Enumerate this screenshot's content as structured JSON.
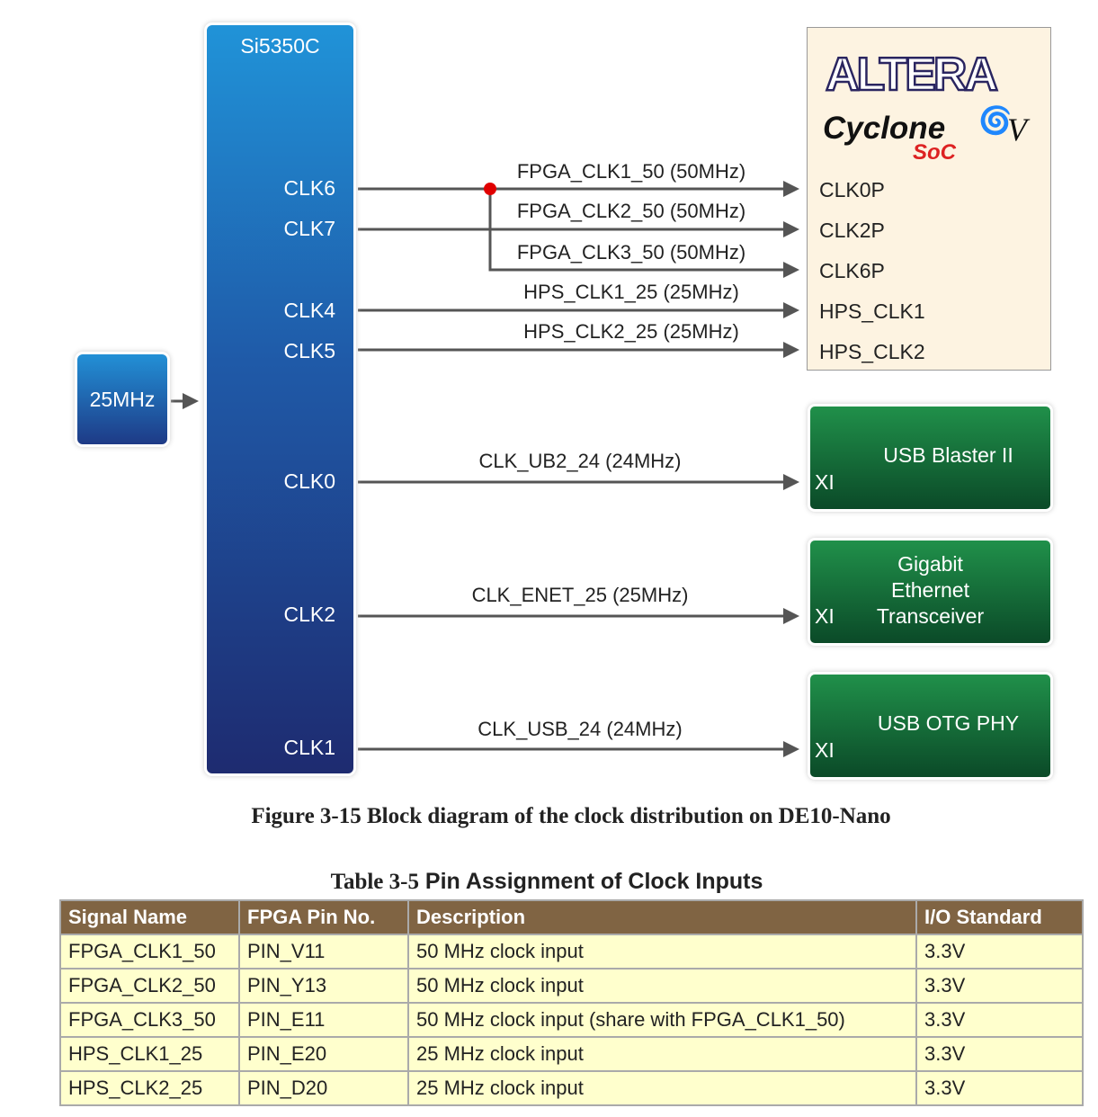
{
  "chip": {
    "name": "Si5350C",
    "clocks": [
      "CLK6",
      "CLK7",
      "CLK4",
      "CLK5",
      "CLK0",
      "CLK2",
      "CLK1"
    ]
  },
  "oscillator": "25MHz",
  "signals": [
    "FPGA_CLK1_50 (50MHz)",
    "FPGA_CLK2_50 (50MHz)",
    "FPGA_CLK3_50 (50MHz)",
    "HPS_CLK1_25 (25MHz)",
    "HPS_CLK2_25 (25MHz)",
    "CLK_UB2_24 (24MHz)",
    "CLK_ENET_25 (25MHz)",
    "CLK_USB_24 (24MHz)"
  ],
  "fpga": {
    "logo": "ALTERA",
    "family": "Cyclone",
    "suffix": "V",
    "soc": "SoC",
    "pins": [
      "CLK0P",
      "CLK2P",
      "CLK6P",
      "HPS_CLK1",
      "HPS_CLK2"
    ]
  },
  "devices": [
    {
      "name": "USB Blaster II",
      "pin": "XI"
    },
    {
      "name": "Gigabit Ethernet Transceiver",
      "pin": "XI"
    },
    {
      "name": "USB OTG PHY",
      "pin": "XI"
    }
  ],
  "caption": "Figure 3-15 Block diagram of the clock distribution on DE10-Nano",
  "table": {
    "title_prefix": "Table 3-5",
    "title": "Pin Assignment of Clock Inputs",
    "headers": [
      "Signal Name",
      "FPGA Pin No.",
      "Description",
      "I/O Standard"
    ],
    "rows": [
      [
        "FPGA_CLK1_50",
        "PIN_V11",
        "50 MHz clock input",
        "3.3V"
      ],
      [
        "FPGA_CLK2_50",
        "PIN_Y13",
        "50 MHz clock input",
        "3.3V"
      ],
      [
        "FPGA_CLK3_50",
        "PIN_E11",
        "50 MHz clock input (share with FPGA_CLK1_50)",
        "3.3V"
      ],
      [
        "HPS_CLK1_25",
        "PIN_E20",
        "25 MHz clock input",
        "3.3V"
      ],
      [
        "HPS_CLK2_25",
        "PIN_D20",
        "25 MHz clock input",
        "3.3V"
      ]
    ]
  },
  "colors": {
    "header": "#806443",
    "row": "#ffffcd",
    "node": "#e00000"
  }
}
